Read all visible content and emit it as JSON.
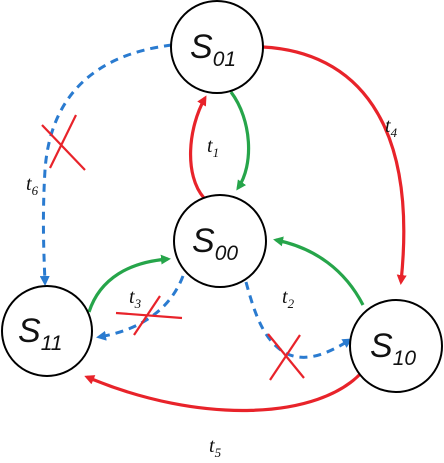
{
  "colors": {
    "red": "#e8232a",
    "green": "#26a54a",
    "blue": "#2a7bd0",
    "node_stroke": "#000000"
  },
  "states": {
    "s01": {
      "letter": "S",
      "sub": "01"
    },
    "s00": {
      "letter": "S",
      "sub": "00"
    },
    "s11": {
      "letter": "S",
      "sub": "11"
    },
    "s10": {
      "letter": "S",
      "sub": "10"
    }
  },
  "transitions": {
    "t1": {
      "letter": "t",
      "sub": "1"
    },
    "t2": {
      "letter": "t",
      "sub": "2"
    },
    "t3": {
      "letter": "t",
      "sub": "3"
    },
    "t4": {
      "letter": "t",
      "sub": "4"
    },
    "t5": {
      "letter": "t",
      "sub": "5"
    },
    "t6": {
      "letter": "t",
      "sub": "6"
    }
  }
}
